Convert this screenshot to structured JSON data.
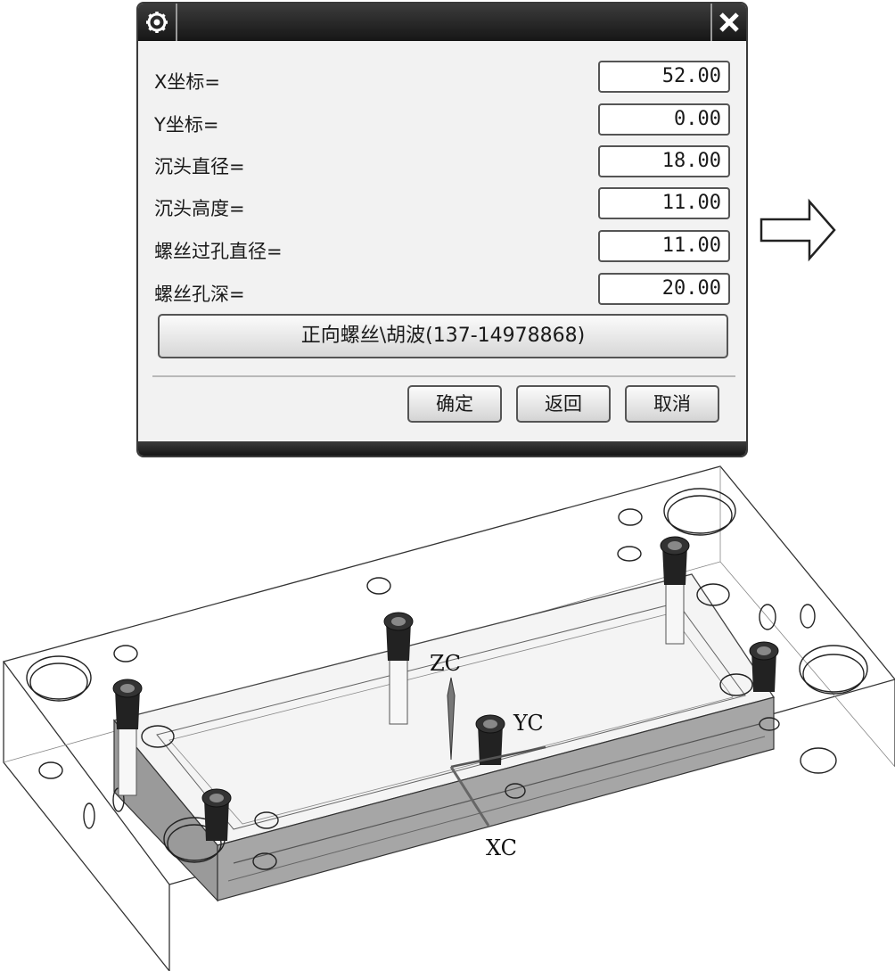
{
  "dialog": {
    "fields": [
      {
        "label": "X坐标=",
        "value": "52.00"
      },
      {
        "label": "Y坐标=",
        "value": "0.00"
      },
      {
        "label": "沉头直径=",
        "value": "18.00"
      },
      {
        "label": "沉头高度=",
        "value": "11.00"
      },
      {
        "label": "螺丝过孔直径=",
        "value": "11.00"
      },
      {
        "label": "螺丝孔深=",
        "value": "20.00"
      }
    ],
    "direction_button": "正向螺丝\\胡波(137-14978868)",
    "ok_label": "确定",
    "back_label": "返回",
    "cancel_label": "取消",
    "icons": {
      "title_left": "gear-icon",
      "title_right": "close-icon"
    }
  },
  "view": {
    "axes": {
      "z": "ZC",
      "y": "YC",
      "x": "XC"
    }
  },
  "colors": {
    "titlebar": "#1e1e1e",
    "dialog_bg": "#f2f2f2"
  }
}
